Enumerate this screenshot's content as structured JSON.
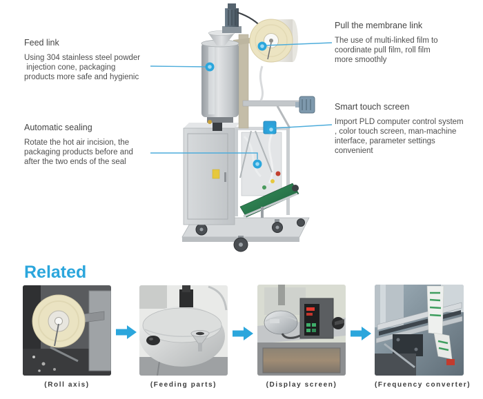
{
  "page": {
    "background": "#ffffff",
    "description_shown": "Annotated product diagram of a vertical packaging machine with related part thumbnails"
  },
  "colors": {
    "accent_blue": "#2ba6dc",
    "callout_line": "#4cacdb",
    "heading_text": "#454545",
    "body_text": "#4e4e4e",
    "label_text": "#3b3b3b",
    "conveyor_green": "#2e8a55",
    "film_roll_cream": "#ece4c2"
  },
  "machine": {
    "image_name": "vertical-packaging-machine-photo",
    "callouts": {
      "feed_link": {
        "title": "Feed link",
        "body": "Using 304 stainless steel powder\n injection cone, packaging\nproducts more safe and hygienic"
      },
      "automatic_sealing": {
        "title": "Automatic sealing",
        "body": "Rotate the hot air incision, the\npackaging products before and\nafter the two ends of the seal"
      },
      "pull_membrane": {
        "title": "Pull the membrane link",
        "body": "The use of multi-linked film to\ncoordinate pull film, roll film\nmore smoothly"
      },
      "smart_touch": {
        "title": "Smart touch screen",
        "body": "Import PLD computer control system\n, color touch screen, man-machine\ninterface, parameter settings\nconvenient"
      }
    }
  },
  "related": {
    "title": "Related",
    "items": [
      {
        "label": "(Roll axis)"
      },
      {
        "label": "(Feeding parts)"
      },
      {
        "label": "(Display screen)"
      },
      {
        "label": "(Frequency converter)"
      }
    ]
  }
}
